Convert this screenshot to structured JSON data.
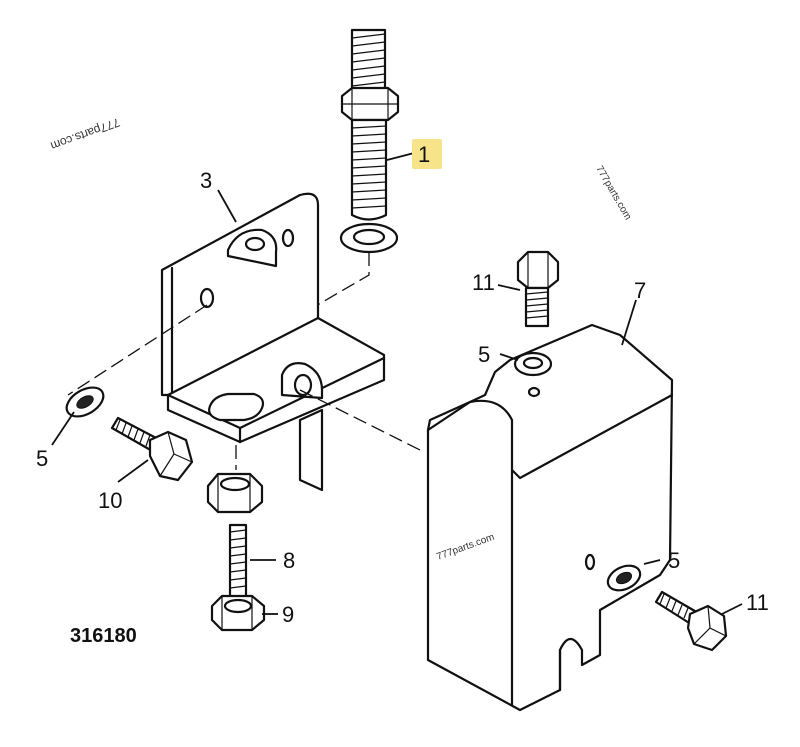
{
  "watermarks": [
    "777parts.com",
    "777parts.com",
    "777parts.com"
  ],
  "drawing_number": "316180",
  "callouts": [
    "1",
    "3",
    "5",
    "5",
    "5",
    "7",
    "8",
    "9",
    "10",
    "11",
    "11"
  ],
  "highlight_color": "#f7e48a"
}
